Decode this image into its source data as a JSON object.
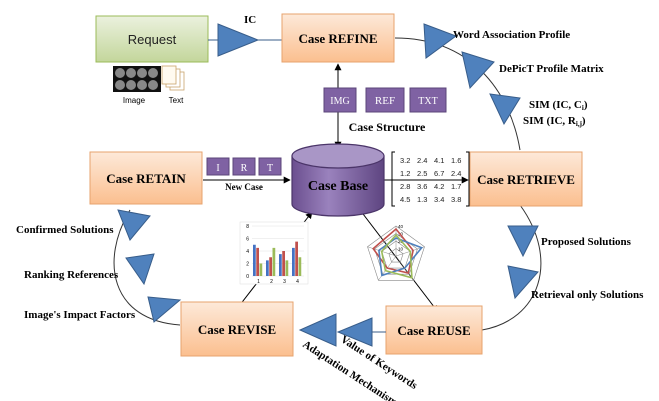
{
  "request": {
    "label": "Request",
    "image_label": "Image",
    "text_label": "Text"
  },
  "ic_label": "IC",
  "boxes": {
    "refine": "Case REFINE",
    "retrieve": "Case RETRIEVE",
    "reuse": "Case REUSE",
    "revise": "Case REVISE",
    "retain": "Case RETAIN",
    "case_base": "Case Base"
  },
  "structure": {
    "tags": [
      "IMG",
      "REF",
      "TXT"
    ],
    "label": "Case Structure"
  },
  "new_case": {
    "cells": [
      "I",
      "R",
      "T"
    ],
    "label": "New Case"
  },
  "flow_labels": {
    "word_association": "Word Association Profile",
    "depict_matrix": "DePicT Profile Matrix",
    "sim_c": "SIM (IC, C",
    "sim_c_sub": "i",
    "sim_c_end": ")",
    "sim_r": "SIM (IC, R",
    "sim_r_sub": "i,j",
    "sim_r_end": ")",
    "proposed": "Proposed Solutions",
    "retrieval_only": "Retrieval only Solutions",
    "value_keywords": "Value of Keywords",
    "adaptation": "Adaptation Mechanism",
    "impact_factors": "Image's Impact Factors",
    "ranking": "Ranking References",
    "confirmed": "Confirmed Solutions"
  },
  "matrix": [
    [
      "3.2",
      "2.4",
      "4.1",
      "1.6"
    ],
    [
      "1.2",
      "2.5",
      "6.7",
      "2.4"
    ],
    [
      "2.8",
      "3.6",
      "4.2",
      "1.7"
    ],
    [
      "4.5",
      "1.3",
      "3.4",
      "3.8"
    ]
  ],
  "bar_chart": {
    "y_ticks": [
      "8",
      "6",
      "4",
      "2",
      "0"
    ],
    "x_ticks": [
      "1",
      "2",
      "3",
      "4"
    ],
    "values": [
      [
        5.0,
        2.5,
        3.5,
        4.5
      ],
      [
        4.5,
        3.0,
        4.0,
        5.5
      ],
      [
        2.0,
        4.5,
        2.5,
        3.0
      ]
    ],
    "colors": [
      "#4472c4",
      "#c0504d",
      "#9bbb59"
    ]
  },
  "radar_chart": {
    "ticks": [
      "40",
      "30",
      "20",
      "10"
    ],
    "series": [
      {
        "values": [
          0.9,
          0.6,
          0.7,
          0.5,
          0.8
        ],
        "color": "#c0504d"
      },
      {
        "values": [
          0.6,
          0.9,
          0.5,
          0.8,
          0.6
        ],
        "color": "#4f81bd"
      },
      {
        "values": [
          0.7,
          0.5,
          0.9,
          0.6,
          0.5
        ],
        "color": "#9bbb59"
      }
    ]
  },
  "colors": {
    "box_fill": "#fbd5b5",
    "box_stroke": "#e7a36e",
    "request_fill": "#d7e4bd",
    "triangle": "#4f81bd",
    "triangle_stroke": "#385d8a",
    "purple": "#7f62a3",
    "cylinder": "#8064a2"
  }
}
